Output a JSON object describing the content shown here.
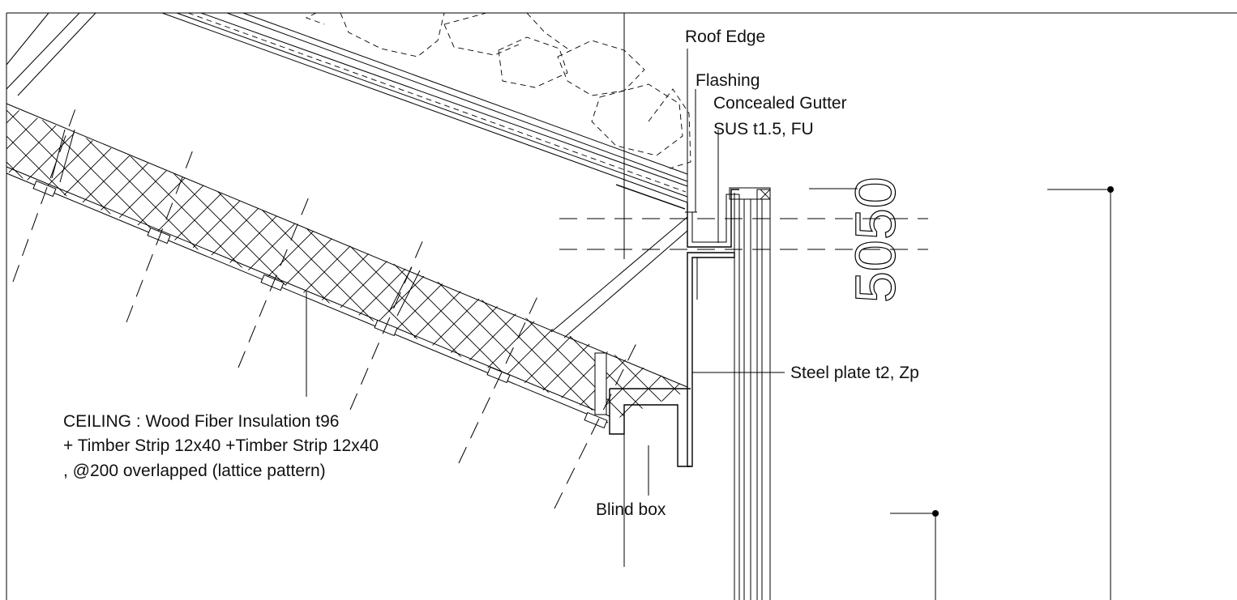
{
  "labels": {
    "roof_edge": "Roof Edge",
    "flashing": "Flashing",
    "gutter_line1": "Concealed Gutter",
    "gutter_line2": "SUS t1.5, FU",
    "steel_plate": "Steel plate t2, Zp",
    "ceiling_line1": "CEILING : Wood Fiber Insulation t96",
    "ceiling_line2": "+ Timber Strip 12x40 +Timber Strip 12x40",
    "ceiling_line3": ", @200 overlapped (lattice pattern)",
    "blind_box": "Blind box"
  },
  "dimension": {
    "value": "5050"
  },
  "colors": {
    "line": "#000000",
    "background": "#ffffff"
  }
}
